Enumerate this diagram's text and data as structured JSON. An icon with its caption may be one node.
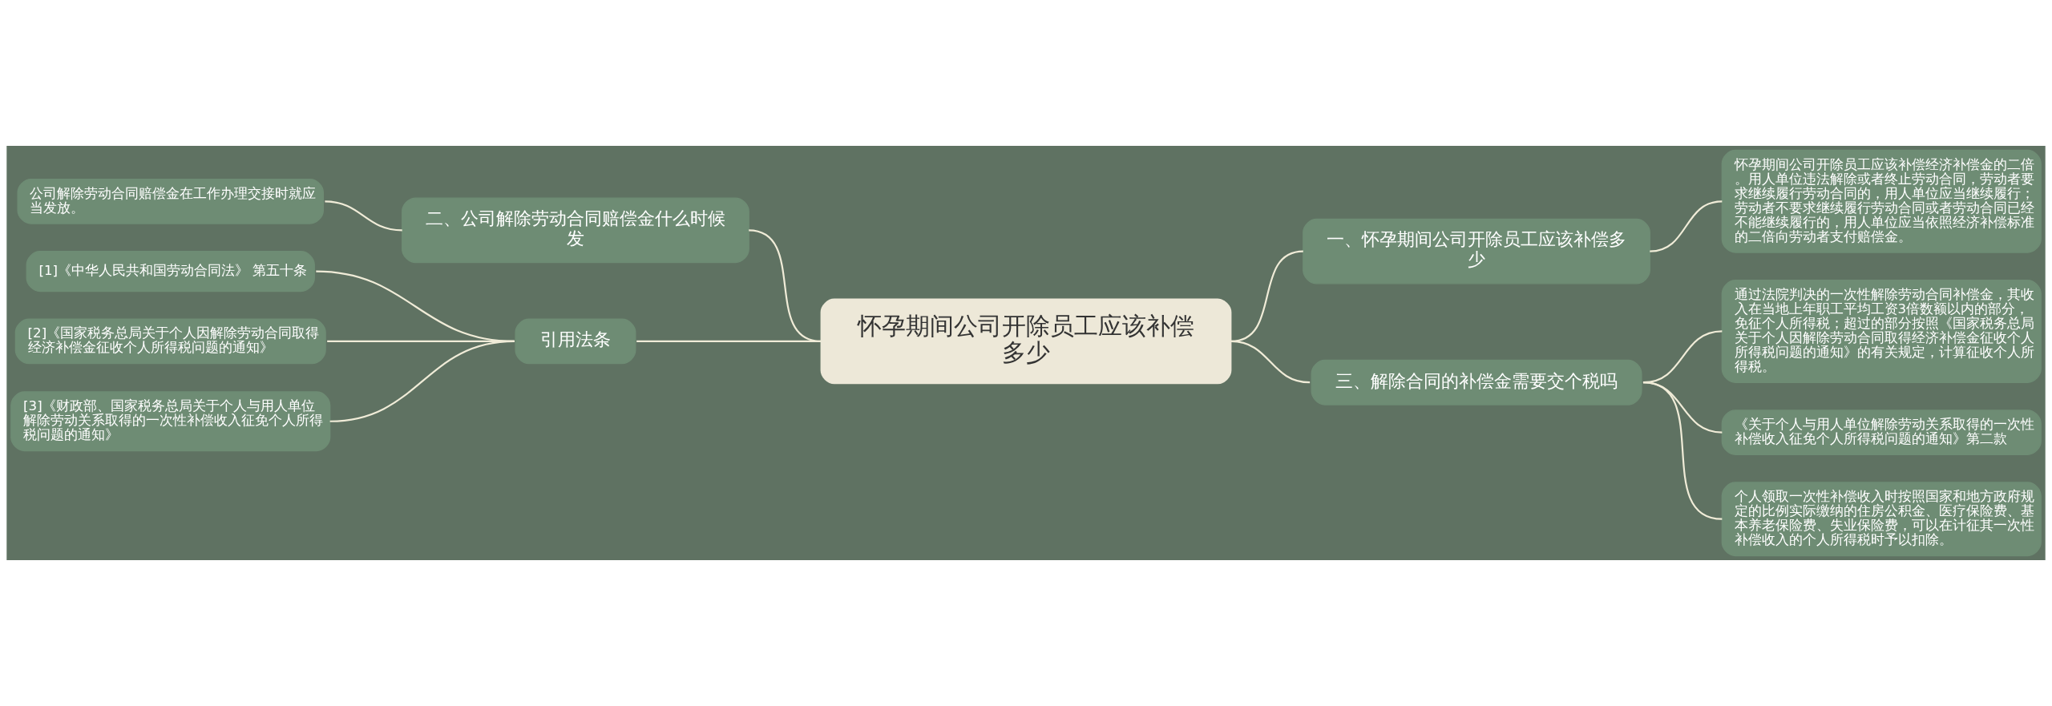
{
  "diagram": {
    "nodes": [
      {
        "text": [
          "怀孕期间公司开除员工应该补偿多少"
        ]
      },
      {
        "text": [
          "一、怀孕期间公司开除员工应该补偿多少"
        ]
      },
      {
        "text": [
          "怀孕期间公司开除员工应该补偿经济补偿金的二倍。用人单位违法解除或者终止劳动合同，劳动者要求继续履行劳动合同的，用人单位应当继续履行；劳动者不要求继续履行劳动合同或者劳动合同已经不能继续履行的，用人单位应当依照经济补偿标准的二倍向劳动者支付赔偿金。"
        ]
      },
      {
        "text": [
          "二、公司解除劳动合同赔偿金什么时候发"
        ]
      },
      {
        "text": [
          "公司解除劳动合同赔偿金在工作办理交接时就应当发放。"
        ]
      },
      {
        "text": [
          "三、解除合同的补偿金需要交个税吗"
        ]
      },
      {
        "text": [
          "通过法院判决的一次性解除劳动合同补偿金，其收入在当地上年职工平均工资3倍数额以内的部分，免征个人所得税；超过的部分按照《国家税务总局关于个人因解除劳动合同取得经济补偿金征收个人所得税问题的通知》的有关规定，计算征收个人所得税。"
        ]
      },
      {
        "text": [
          "《关于个人与用人单位解除劳动关系取得的一次性补偿收入征免个人所得税问题的通知》第二款"
        ]
      },
      {
        "text": [
          "个人领取一次性补偿收入时按照国家和地方政府规定的比例实际缴纳的住房公积金、医疗保险费、基本养老保险费、失业保险费，可以在计征其一次性补偿收入的个人所得税时予以扣除。"
        ]
      },
      {
        "text": [
          "引用法条"
        ]
      },
      {
        "text": [
          "[1]《中华人民共和国劳动合同法》 第五十条"
        ]
      },
      {
        "text": [
          "[2]《国家税务总局关于个人因解除劳动合同取得经济补偿金征收个人所得税问题的通知》"
        ]
      },
      {
        "text": [
          "[3]《财政部、国家税务总局关于个人与用人单位解除劳动关系取得的一次性补偿收入征免个人所得税问题的通知》"
        ]
      }
    ],
    "edges": [
      {
        "from": 0,
        "to": 1,
        "arrow": "none"
      },
      {
        "from": 1,
        "to": 2,
        "arrow": "none"
      },
      {
        "from": 0,
        "to": 3,
        "arrow": "none"
      },
      {
        "from": 3,
        "to": 4,
        "arrow": "none"
      },
      {
        "from": 0,
        "to": 5,
        "arrow": "none"
      },
      {
        "from": 5,
        "to": 6,
        "arrow": "none"
      },
      {
        "from": 5,
        "to": 7,
        "arrow": "none"
      },
      {
        "from": 5,
        "to": 8,
        "arrow": "none"
      },
      {
        "from": 0,
        "to": 9,
        "arrow": "none"
      },
      {
        "from": 9,
        "to": 10,
        "arrow": "none"
      },
      {
        "from": 9,
        "to": 11,
        "arrow": "none"
      },
      {
        "from": 9,
        "to": 12,
        "arrow": "none"
      }
    ]
  }
}
